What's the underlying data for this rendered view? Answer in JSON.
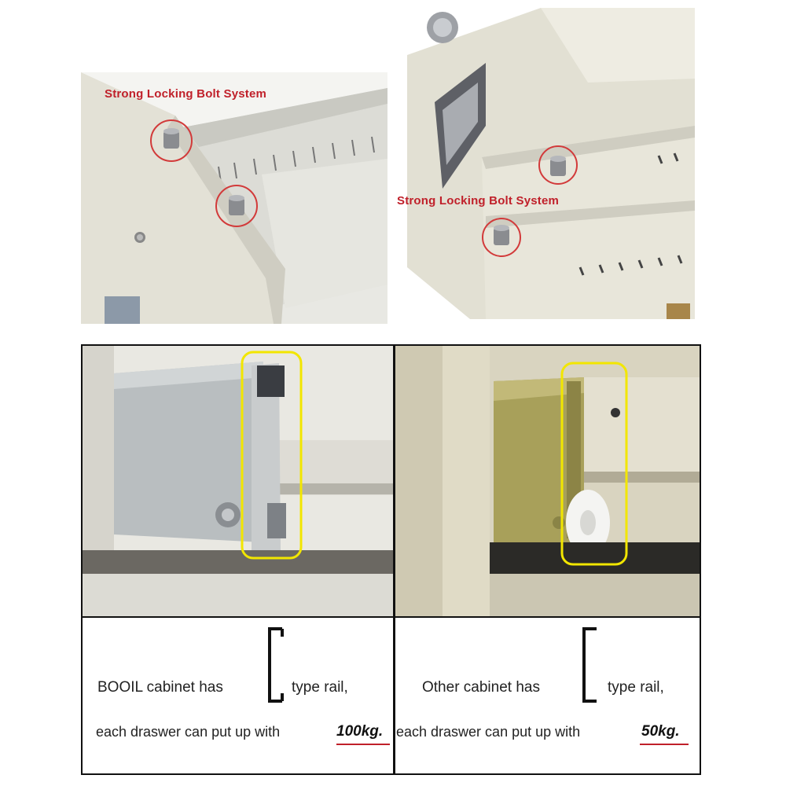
{
  "top": {
    "left_caption": "Strong Locking Bolt System",
    "right_caption": "Strong Locking Bolt System"
  },
  "comparison": {
    "left": {
      "line1_prefix": "BOOIL cabinet has",
      "line1_suffix": "type rail,",
      "line2_prefix": "each draswer can put up with",
      "line2_value": "100kg."
    },
    "right": {
      "line1_prefix": "Other cabinet has",
      "line1_suffix": "type rail,",
      "line2_prefix": "each draswer can put up with",
      "line2_value": "50kg."
    }
  },
  "colors": {
    "caption_red": "#c0202a",
    "highlight_yellow": "#f2e600",
    "cabinet_beige": "#e4e2d6"
  }
}
